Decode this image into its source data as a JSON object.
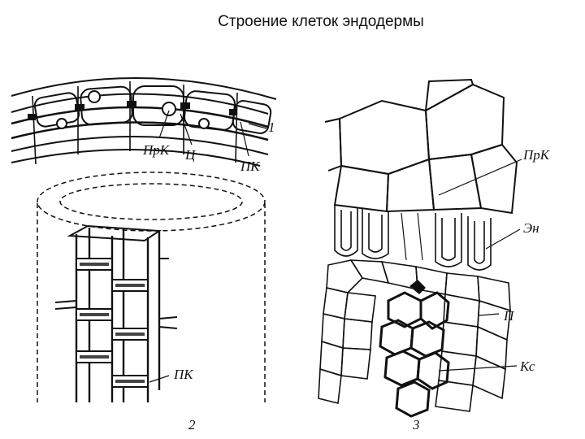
{
  "title": "Строение клеток эндодермы",
  "figure1": {
    "labels": {
      "prk": "ПрK",
      "c": "Ц",
      "pk": "ПК",
      "num": "1"
    }
  },
  "figure2": {
    "labels": {
      "pk": "ПК",
      "num": "2"
    }
  },
  "figure3": {
    "labels": {
      "prk": "ПрK",
      "en": "Эн",
      "p": "П",
      "ks": "Кс",
      "num": "3"
    }
  }
}
